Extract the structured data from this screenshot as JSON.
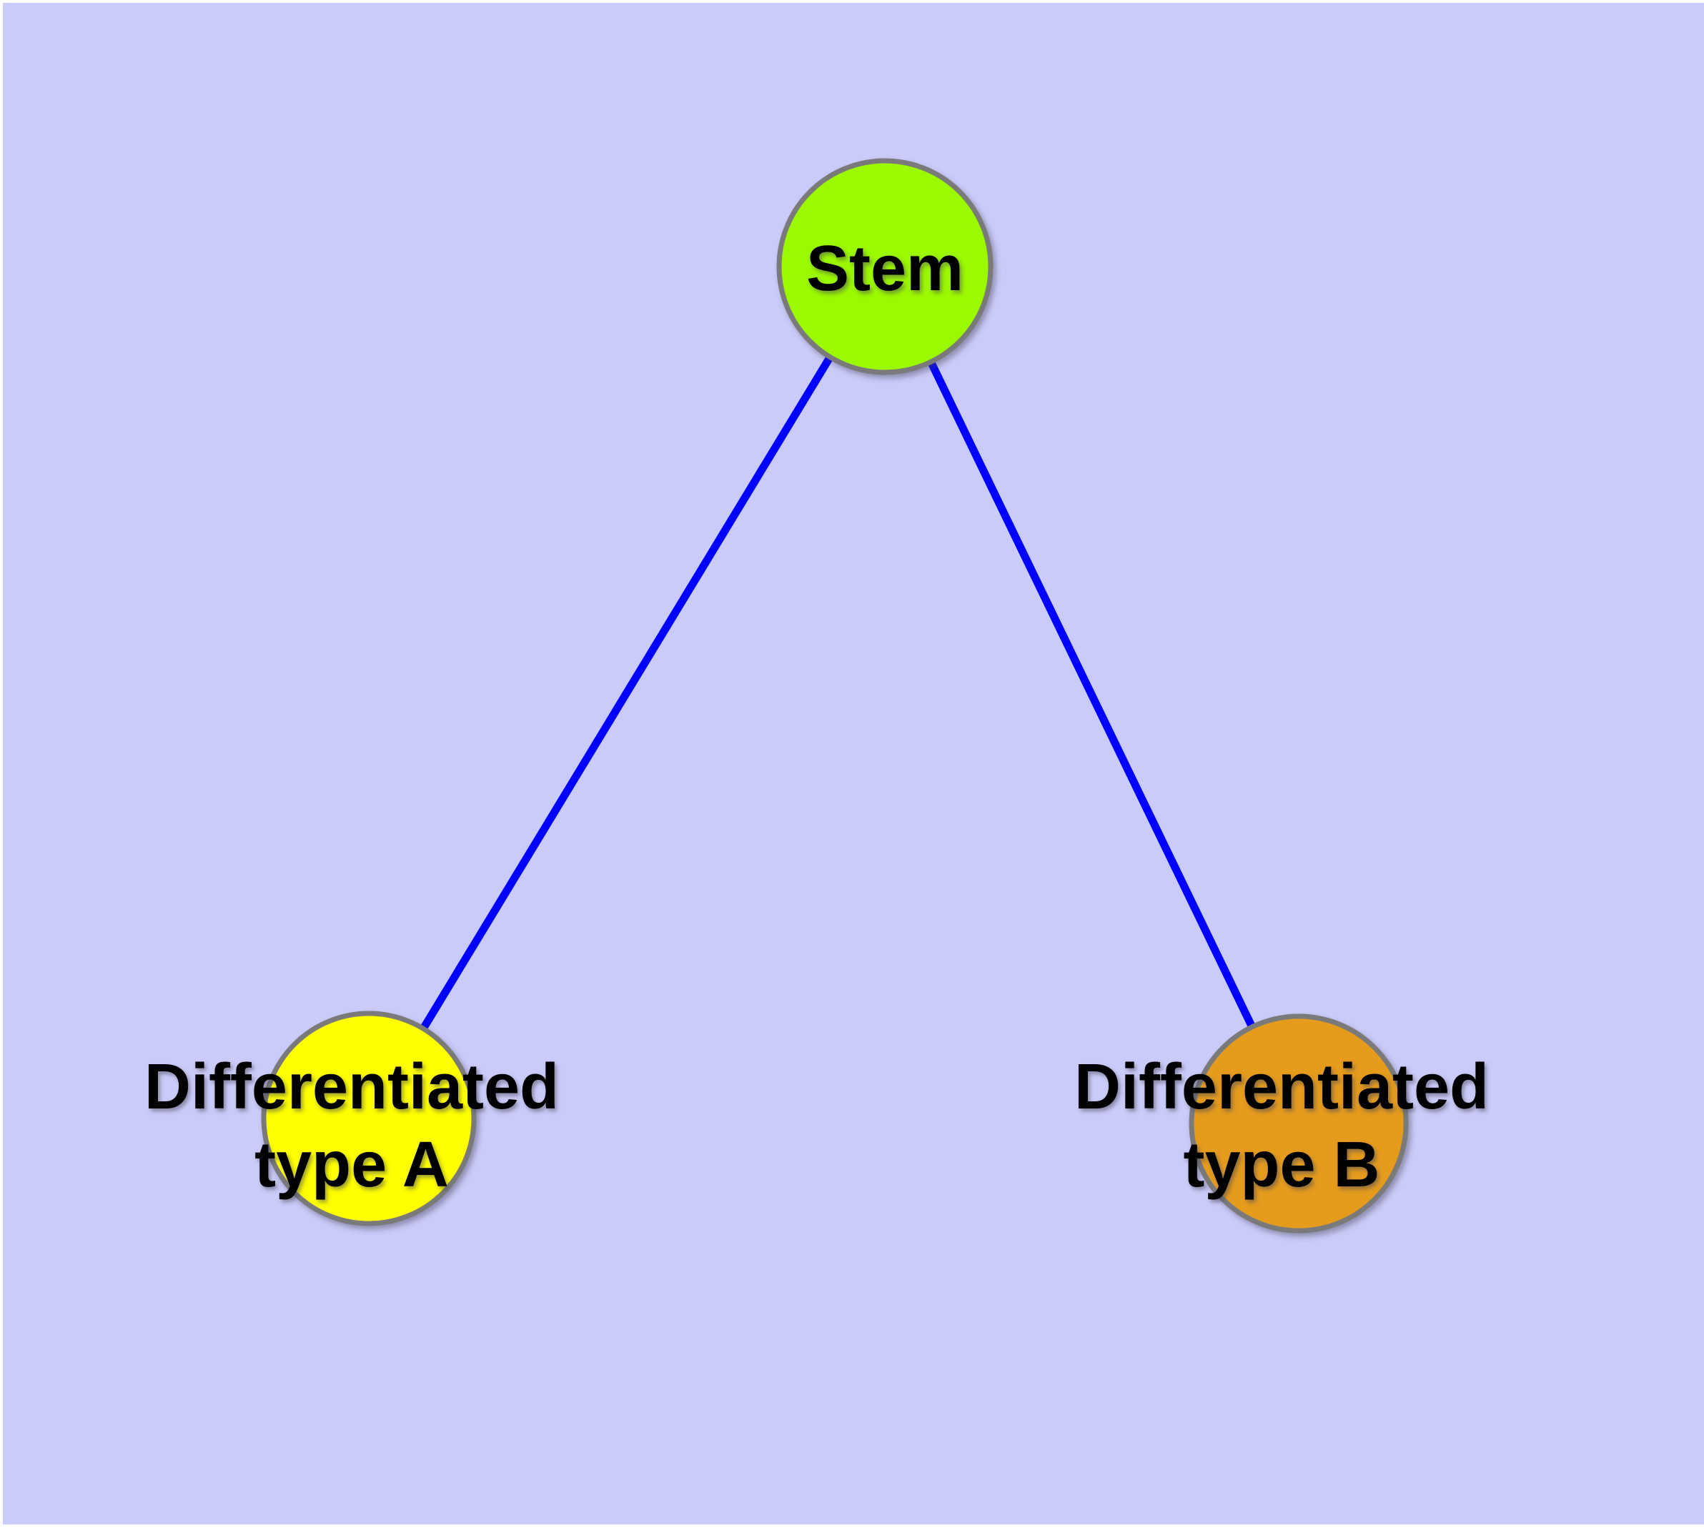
{
  "diagram": {
    "background_color": "#CBCBF9",
    "frame_color": "#FFFFFF",
    "edge_color": "#0000FF",
    "node_border_color": "#7A7A7A",
    "nodes": [
      {
        "id": "stem",
        "label": "Stem",
        "fill": "#9BF900"
      },
      {
        "id": "differentiated-type-a",
        "label": "Differentiated type A",
        "label_line1": "Differentiated",
        "label_line2": "type A",
        "fill": "#FFFF00"
      },
      {
        "id": "differentiated-type-b",
        "label": "Differentiated type B",
        "label_line1": "Differentiated",
        "label_line2": "type B",
        "fill": "#E59B1E"
      }
    ],
    "edges": [
      {
        "from": "Stem",
        "to": "Differentiated type A"
      },
      {
        "from": "Stem",
        "to": "Differentiated type B"
      }
    ]
  }
}
